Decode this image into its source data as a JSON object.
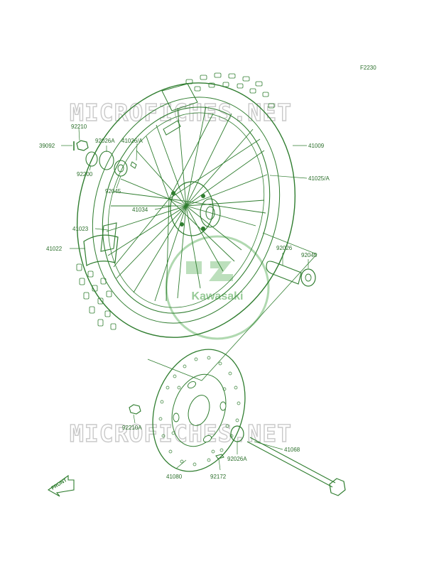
{
  "figure_code": "F2230",
  "watermark": "MICROFICHES.NET",
  "logo_text": "Kawasaki",
  "front_label": "FRONT",
  "parts": [
    {
      "id": "p92210",
      "label": "92210"
    },
    {
      "id": "p39092",
      "label": "39092"
    },
    {
      "id": "p92026A_top",
      "label": "92026A"
    },
    {
      "id": "p41026A",
      "label": "41026/A"
    },
    {
      "id": "p41009",
      "label": "41009"
    },
    {
      "id": "p92200",
      "label": "92200"
    },
    {
      "id": "p92045_left",
      "label": "92045"
    },
    {
      "id": "p41025A",
      "label": "41025/A"
    },
    {
      "id": "p41034",
      "label": "41034"
    },
    {
      "id": "p41023",
      "label": "41023"
    },
    {
      "id": "p92026",
      "label": "92026"
    },
    {
      "id": "p41022",
      "label": "41022"
    },
    {
      "id": "p92045_right",
      "label": "92045"
    },
    {
      "id": "p92210A",
      "label": "92210A"
    },
    {
      "id": "p41068",
      "label": "41068"
    },
    {
      "id": "p92026A_bottom",
      "label": "92026A"
    },
    {
      "id": "p41080",
      "label": "41080"
    },
    {
      "id": "p92172",
      "label": "92172"
    }
  ],
  "colors": {
    "ink": "#2f7d2f",
    "label": "#2b6f2b",
    "watermark": "#c9c9c9",
    "logo": "#8fc98f"
  }
}
